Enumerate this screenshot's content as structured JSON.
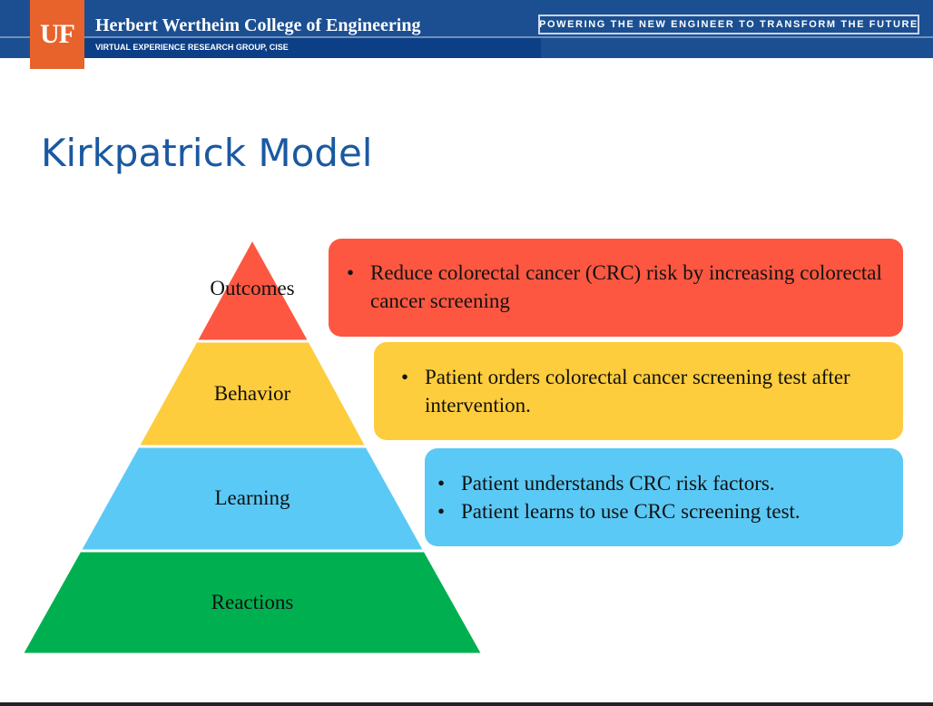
{
  "header": {
    "logo_text": "UF",
    "college_name": "Herbert Wertheim College of Engineering",
    "group_name": "VIRTUAL EXPERIENCE RESEARCH GROUP, CISE",
    "tagline": "POWERING THE NEW ENGINEER TO TRANSFORM THE FUTURE"
  },
  "title": "Kirkpatrick Model",
  "pyramid": {
    "tiers": [
      {
        "label": "Outcomes",
        "color": "#fd5741"
      },
      {
        "label": "Behavior",
        "color": "#fdcd3d"
      },
      {
        "label": "Learning",
        "color": "#5bc9f5"
      },
      {
        "label": "Reactions",
        "color": "#00b050"
      }
    ]
  },
  "callouts": {
    "outcomes": {
      "color": "#fd5741",
      "bullets": [
        "Reduce colorectal cancer (CRC) risk by increasing colorectal cancer screening"
      ]
    },
    "behavior": {
      "color": "#fdcd3d",
      "bullets": [
        "Patient orders colorectal cancer screening test after intervention."
      ]
    },
    "learning": {
      "color": "#5bc9f5",
      "bullets": [
        "Patient understands CRC risk factors.",
        "Patient learns to use CRC screening test."
      ]
    }
  }
}
